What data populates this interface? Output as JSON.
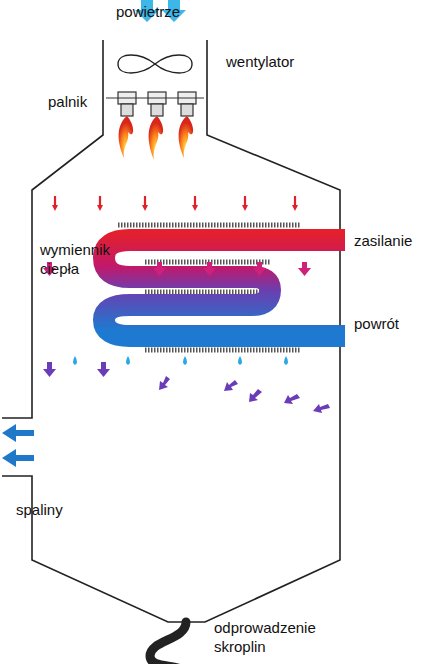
{
  "diagram": {
    "labels": [
      "powietrze",
      "wentylator",
      "palnik",
      "wymiennik ciepła",
      "zasilanie",
      "powrót",
      "spaliny",
      "odprowadzenie skroplin"
    ]
  }
}
